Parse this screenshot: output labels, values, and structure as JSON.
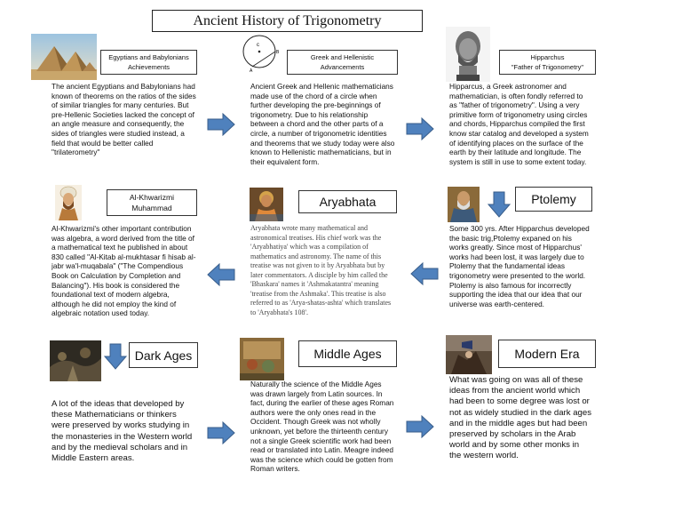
{
  "title": "Ancient  History of Trigonometry",
  "sections": {
    "egypt": {
      "heading_line1": "Egyptians and Babylonians",
      "heading_line2": "Achievements",
      "text": "The ancient Egyptians and Babylonians had known of  theorems on the ratios of the sides of similar triangles for many centuries. But pre-Hellenic  Societies lacked the concept of an angle measure and consequently, the sides of triangles were studied instead, a field that would be better called \"trilaterometry\""
    },
    "greek": {
      "heading_line1": "Greek and Hellenistic",
      "heading_line2": "Advancements",
      "text": "Ancient Greek and Hellenic mathematicians made use of the chord of a circle when further developing the pre-beginnings of trigonometry. Due to his relationship between a chord and the other parts of a circle, a number of trigonometric identities and theorems that we study today were also known to Hellenistic mathematicians, but in their equivalent form.",
      "diagram_labels": [
        "c",
        "B",
        "A"
      ]
    },
    "hipparchus": {
      "heading_line1": "Hipparchus",
      "heading_line2": "\"Father of Trigonometry\"",
      "text": "Hipparcus, a Greek astronomer and mathematician, is often fondly referred to as \"father of trigonometry\". Using a very primitive form of trigonometry using circles and chords, Hipparchus compiled the first know star catalog and developed a system of identifying places on the surface of the earth by their latitude and longitude. The system is still in use to some extent today."
    },
    "ptolemy": {
      "heading": "Ptolemy",
      "text": "Some 300 yrs. After Hipparchus developed the basic trig,Ptolemy expaned on his works greatly. Since most of Hipparchus' works had been lost, it was largely due to Ptolemy that the fundamental ideas trigonometry were presented to the world. Ptolemy is also famous for incorrectly supporting the idea that our idea that our universe was earth-centered."
    },
    "aryabhata": {
      "heading": "Aryabhata",
      "text": "Aryabhata wrote many mathematical and astronomical treatises. His chief work was the 'Aryabhatiya' which was a compilation of mathematics and astronomy. The name of this treatise was not given to it by Aryabhata but by later commentators. A disciple by him called the 'Bhaskara' names it 'Ashmakatantra' meaning 'treatise from the Ashmaka'. This treatise is also referred to as 'Arya-shatas-ashta' which translates to 'Aryabhata's 108'."
    },
    "alkhwarizmi": {
      "heading_line1": "Al-Khwarizmi",
      "heading_line2": "Muhammad",
      "text": "Al-Khwarizmi's other important contribution was algebra, a word derived from the title of a mathematical text he published in about 830 called \"Al-Kitab al-mukhtasar fi hisab al-jabr wa'l-muqabala\" (\"The Compendious Book on Calculation by Completion and Balancing\"). His book is considered the foundational text of modern algebra, although he did not employ the kind of algebraic notation used today."
    },
    "darkages": {
      "heading": "Dark Ages",
      "text": "A lot of the ideas that developed by these Mathematicians or thinkers were preserved by works studying in the monasteries in the Western world  and by the medieval scholars and in Middle Eastern areas."
    },
    "middleages": {
      "heading": "Middle Ages",
      "text": "Naturally the science of the Middle Ages was drawn largely from Latin sources. In fact, during the earlier of these ages Roman authors were the only ones read in the Occident. Though Greek was not wholly unknown, yet before the thirteenth century not a single Greek scientific work had been read or translated into Latin. Meagre indeed was the science which could be gotten from Roman writers."
    },
    "modern": {
      "heading": "Modern Era",
      "text": "What was going on was all of these ideas from the ancient world which had been to some degree was lost or not as widely studied in the dark ages and in the middle ages but had been preserved by scholars in the Arab world and by some other monks in the western world."
    }
  },
  "colors": {
    "arrow": "#4f81bd",
    "arrow_stroke": "#385d8a",
    "border": "#333333"
  }
}
